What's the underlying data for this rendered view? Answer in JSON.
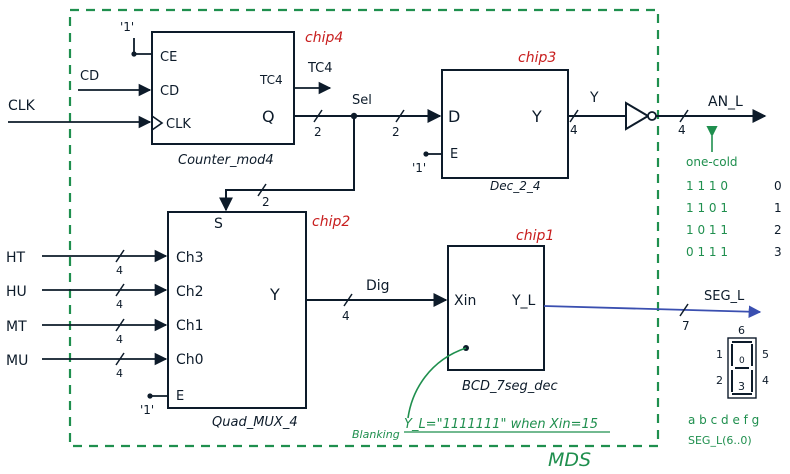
{
  "border_label": "MDS",
  "colors": {
    "ink": "#0d1b2a",
    "chip_red": "#c81e1e",
    "green": "#1f8f4e",
    "blue_wire": "#3a4fb0"
  },
  "chips": {
    "counter": {
      "name": "chip4",
      "caption": "Counter_mod4",
      "ce": "CE",
      "cd": "CD",
      "clk": "CLK",
      "tc4": "TC4",
      "q": "Q",
      "ce_tie": "'1'"
    },
    "decoder": {
      "name": "chip3",
      "caption": "Dec_2_4",
      "d": "D",
      "y": "Y",
      "e": "E",
      "e_tie": "'1'"
    },
    "mux": {
      "name": "chip2",
      "caption": "Quad_MUX_4",
      "s": "S",
      "ch3": "Ch3",
      "ch2": "Ch2",
      "ch1": "Ch1",
      "ch0": "Ch0",
      "y": "Y",
      "e": "E",
      "e_tie": "'1'"
    },
    "bcd": {
      "name": "chip1",
      "caption": "BCD_7seg_dec",
      "xin": "Xin",
      "yl": "Y_L"
    }
  },
  "signals": {
    "cd": "CD",
    "clk": "CLK",
    "tc4": "TC4",
    "sel": "Sel",
    "y": "Y",
    "an_l": "AN_L",
    "dig": "Dig",
    "seg_l": "SEG_L",
    "inputs": [
      "HT",
      "HU",
      "MT",
      "MU"
    ]
  },
  "bus_widths": {
    "q": "2",
    "sel_to_dec": "2",
    "sel_to_mux": "2",
    "dec_out": "4",
    "an_out": "4",
    "mux_inputs": [
      "4",
      "4",
      "4",
      "4"
    ],
    "dig": "4",
    "seg": "7"
  },
  "annotations": {
    "blanking_label": "Blanking",
    "blanking_rule": "Y_L=\"1111111\" when Xin=15"
  },
  "one_cold": {
    "title": "one-cold",
    "rows": [
      {
        "bits": "1 1 1 0",
        "index": "0"
      },
      {
        "bits": "1 1 0 1",
        "index": "1"
      },
      {
        "bits": "1 0 1 1",
        "index": "2"
      },
      {
        "bits": "0 1 1 1",
        "index": "3"
      }
    ]
  },
  "seven_segment": {
    "seg_top": "6",
    "seg_left": "1",
    "seg_right": "5",
    "seg_left_low": "2",
    "seg_right_low": "4",
    "seg_bottom": "3",
    "seg_middle": "0",
    "letters": "a b c d e f g",
    "range": "SEG_L(6..0)"
  }
}
